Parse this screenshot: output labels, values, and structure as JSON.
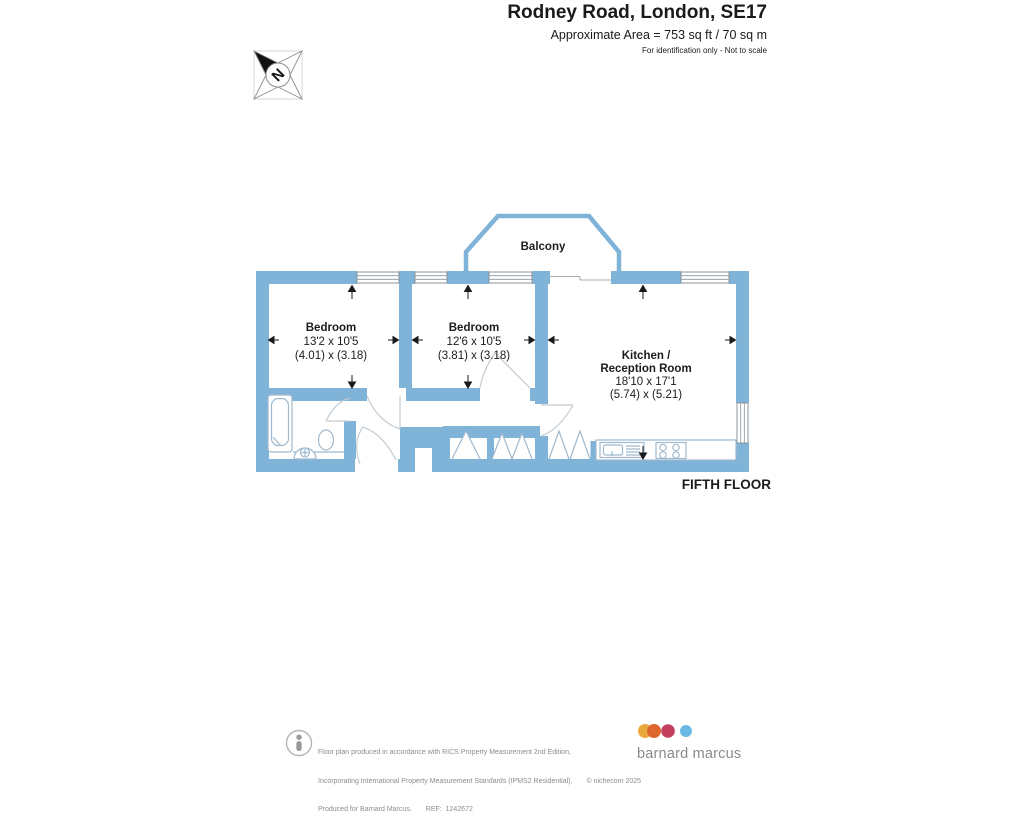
{
  "header": {
    "title": "Rodney Road, London, SE17",
    "area": "Approximate Area = 753 sq ft / 70 sq m",
    "note": "For identification only - Not to scale"
  },
  "compass": {
    "label": "N"
  },
  "plan": {
    "balcony_label": "Balcony",
    "floor_label": "FIFTH FLOOR",
    "rooms": [
      {
        "name": "Bedroom",
        "imperial": "13'2 x 10'5",
        "metric": "(4.01) x (3.18)"
      },
      {
        "name": "Bedroom",
        "imperial": "12'6 x 10'5",
        "metric": "(3.81) x (3.18)"
      },
      {
        "name_line1": "Kitchen /",
        "name_line2": "Reception Room",
        "imperial": "18'10 x 17'1",
        "metric": "(5.74) x (5.21)"
      }
    ],
    "colors": {
      "wall": "#7FB3D8",
      "fixture_stroke": "#9FB9CE",
      "door_stroke": "#c3ccd3"
    }
  },
  "footer": {
    "line1": "Floor plan produced in accordance with RICS Property Measurement 2nd Edition,",
    "line2": "Incorporating International Property Measurement Standards (IPMS2 Residential).",
    "copyright": "© nichecom 2025",
    "line3": "Produced for Barnard Marcus.",
    "ref": "REF:  1242672",
    "logo": {
      "text": "barnard marcus",
      "dots": [
        "#E9A93C",
        "#E0662F",
        "#C43F5E",
        "#6ABAE4"
      ]
    }
  }
}
